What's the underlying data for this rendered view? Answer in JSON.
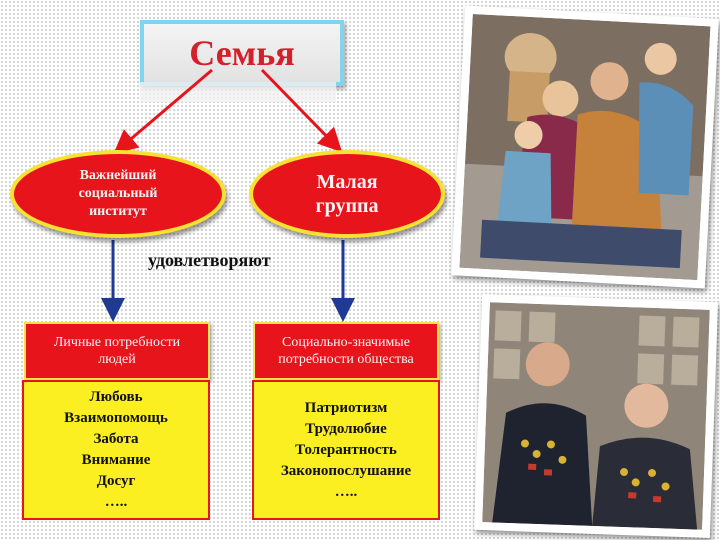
{
  "title": "Семья",
  "nodes": {
    "left_ellipse": [
      "Важнейший",
      "социальный",
      "институт"
    ],
    "right_ellipse": [
      "Малая",
      "группа"
    ]
  },
  "connector_label": "удовлетворяют",
  "left_column": {
    "header": [
      "Личные потребности",
      "людей"
    ],
    "items": [
      "Любовь",
      "Взаимопомощь",
      "Забота",
      "Внимание",
      "Досуг",
      "….."
    ]
  },
  "right_column": {
    "header": [
      "Социально-значимые",
      "потребности общества"
    ],
    "items": [
      "Патриотизм",
      "Трудолюбие",
      "Толерантность",
      "Законопослушание",
      "….."
    ]
  },
  "colors": {
    "title_text": "#d4202a",
    "title_border": "#7fd4ef",
    "ellipse_fill": "#e8141c",
    "ellipse_border": "#f7e233",
    "box_fill": "#fbee21",
    "arrow_red": "#e8141c",
    "arrow_blue": "#1f3a93"
  }
}
